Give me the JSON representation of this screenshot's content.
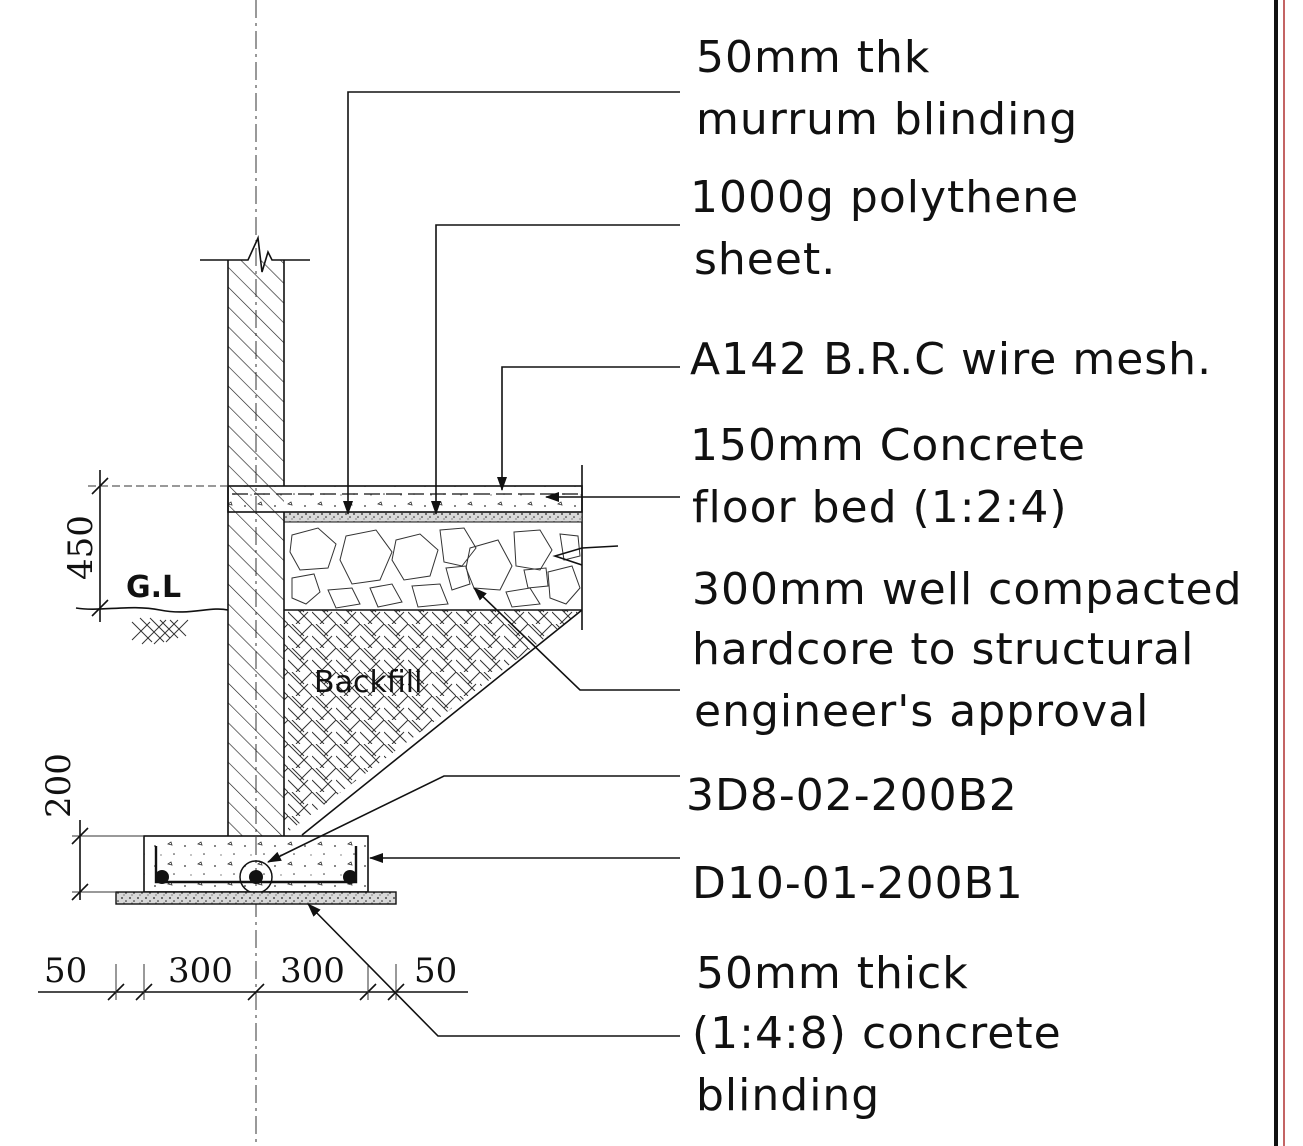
{
  "notes": {
    "murrum_1": "50mm thk",
    "murrum_2": "murrum blinding",
    "polythene_1": "1000g polythene",
    "polythene_2": "sheet.",
    "mesh": "A142 B.R.C wire mesh.",
    "floor_1": "150mm Concrete",
    "floor_2": "floor bed (1:2:4)",
    "hardcore_1": "300mm well compacted",
    "hardcore_2": "hardcore to structural",
    "hardcore_3": "engineer's approval",
    "rebar_top": "3D8-02-200B2",
    "rebar_bottom": "D10-01-200B1",
    "blinding_1": "50mm thick",
    "blinding_2": "(1:4:8) concrete",
    "blinding_3": "blinding"
  },
  "labels": {
    "ground_level": "G.L",
    "backfill": "Backfill"
  },
  "dimensions": {
    "height_upper": "450",
    "height_lower": "200",
    "width_1": "50",
    "width_2": "300",
    "width_3": "300",
    "width_4": "50"
  }
}
